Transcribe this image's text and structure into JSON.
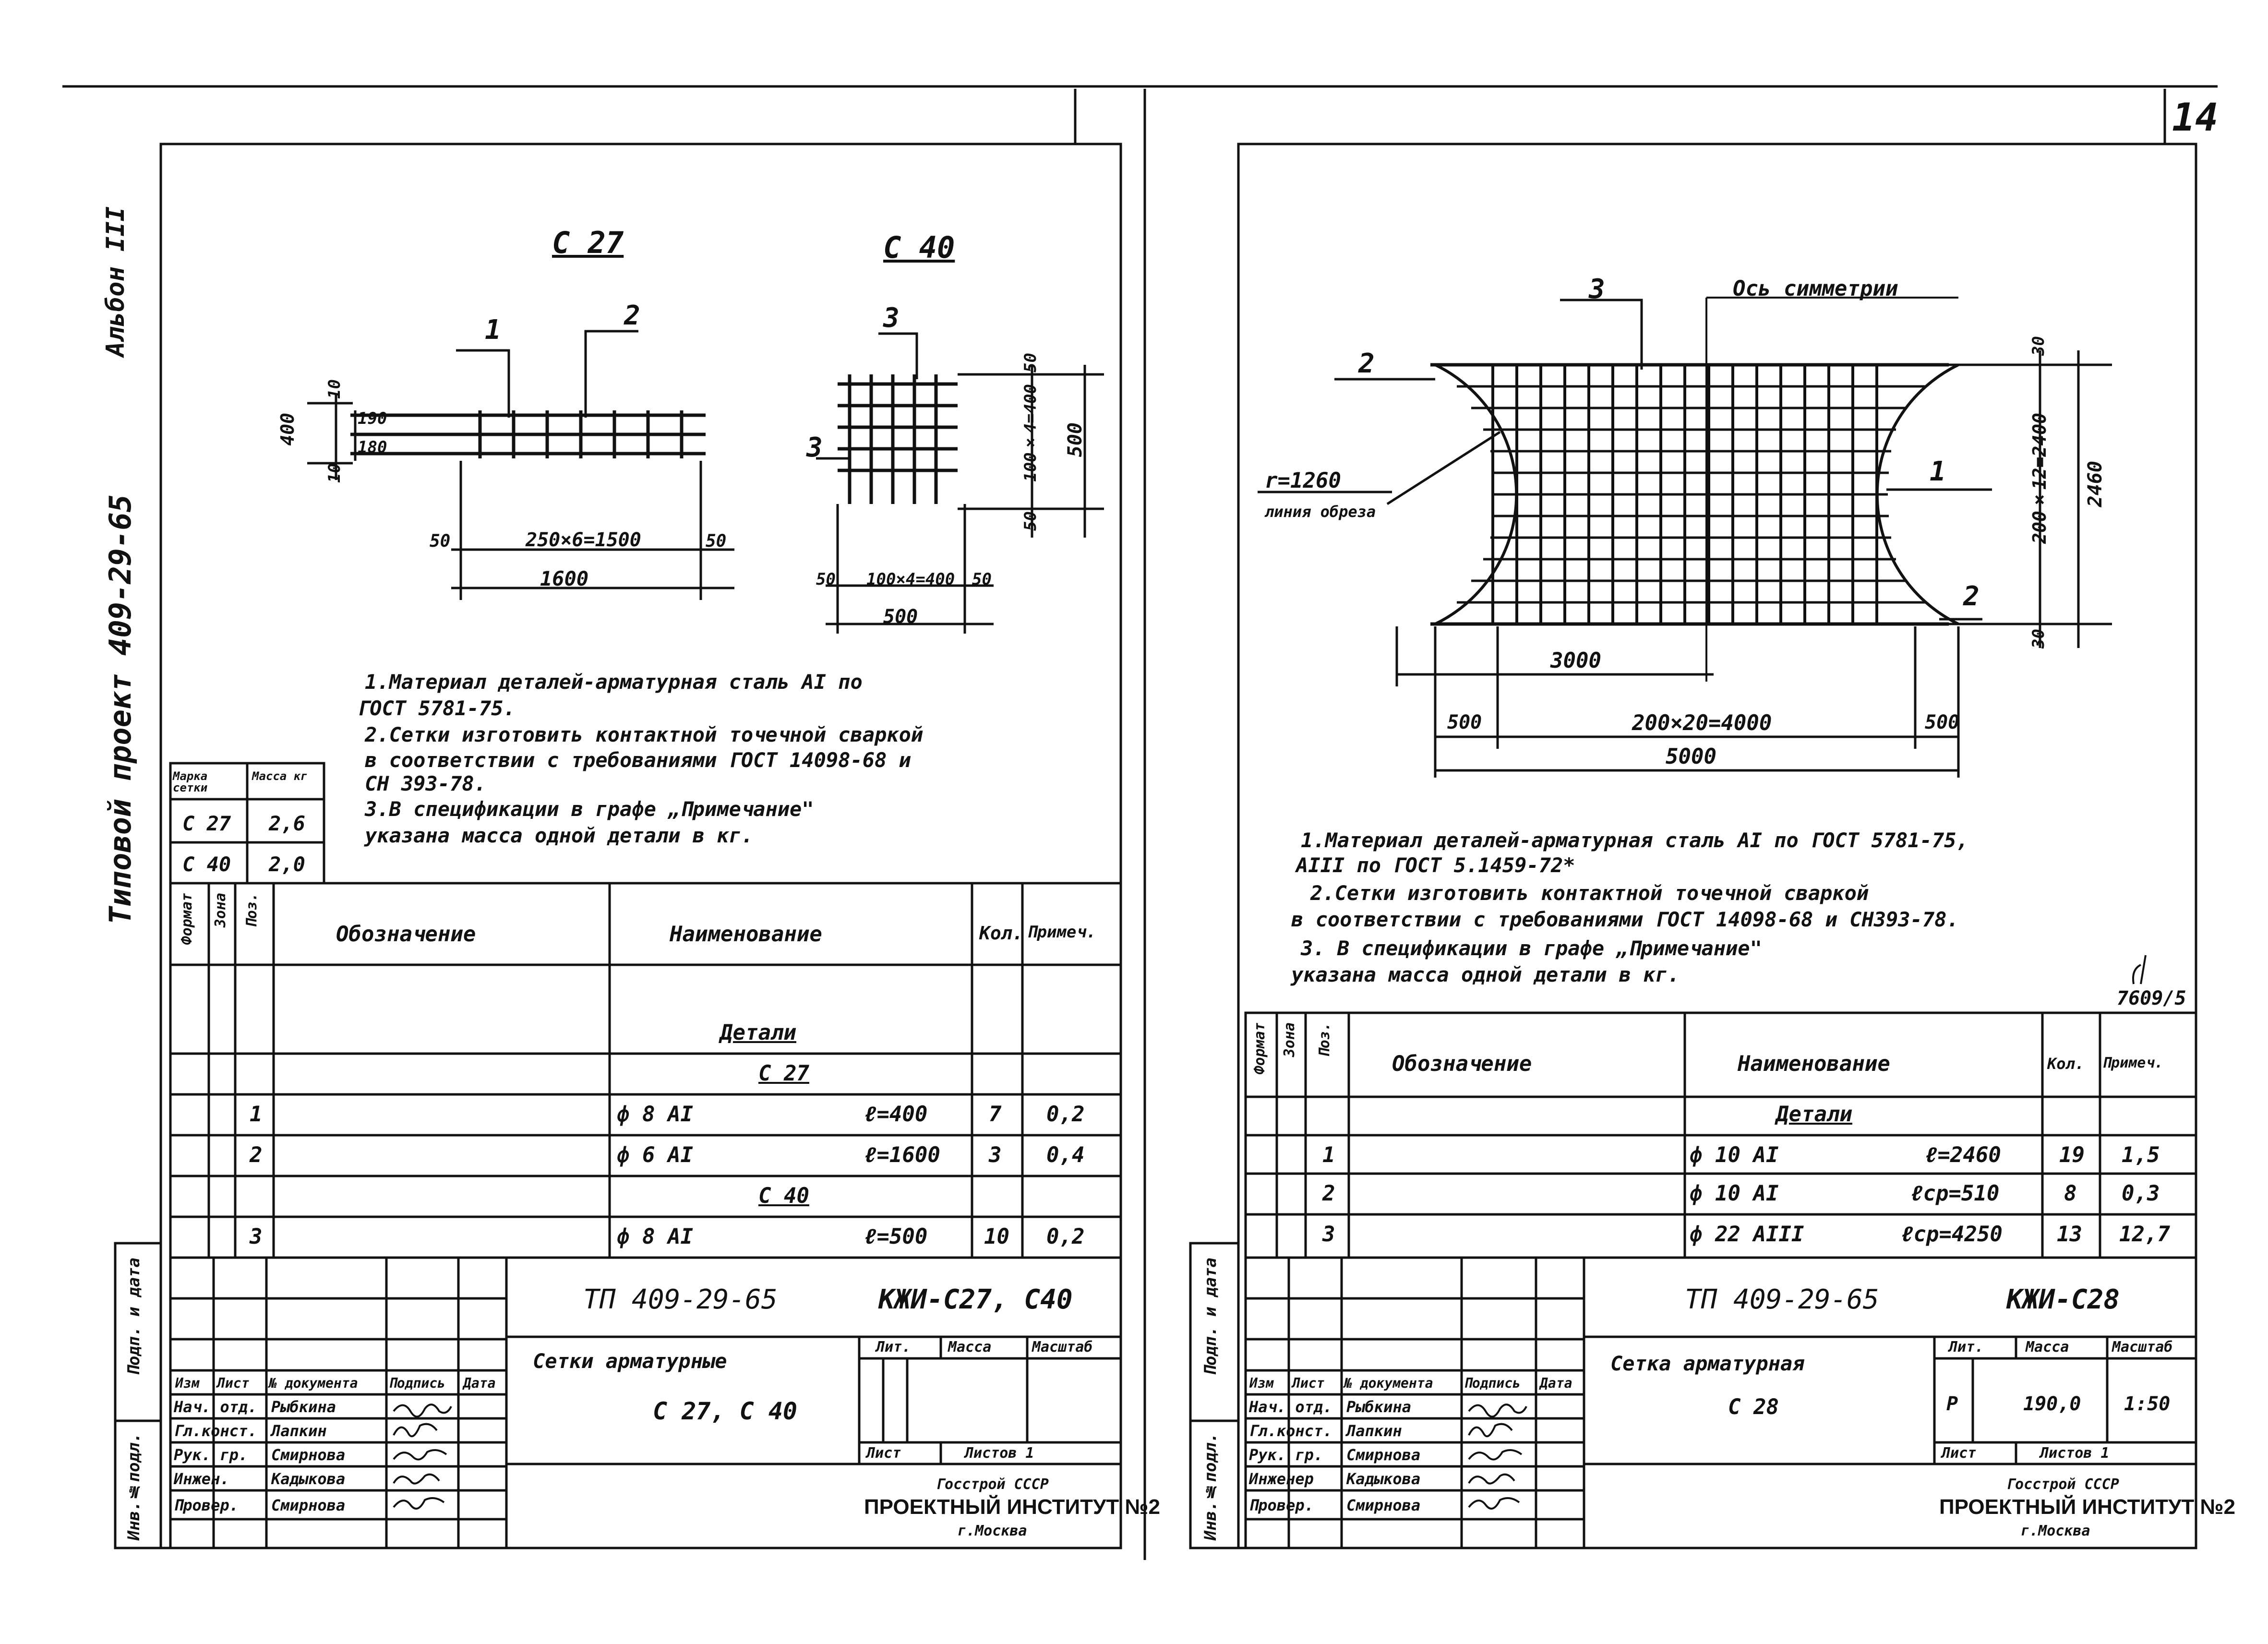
{
  "page_number": "14",
  "sheet_code": "7609/5",
  "margin": {
    "album": "Альбон III",
    "project": "Типовой проект 409-29-65",
    "stamp_labels": [
      "Инв.№подл.",
      "Подп. и дата"
    ]
  },
  "left_sheet": {
    "drawing": {
      "c27_title": "С 27",
      "c40_title": "С 40",
      "callouts": [
        "1",
        "2",
        "3"
      ],
      "dims": {
        "d10": "10",
        "d190": "190",
        "d180": "180",
        "d400": "400",
        "d10b": "10",
        "d50a": "50",
        "d250": "250×6=1500",
        "d50b": "50",
        "d1600": "1600",
        "d50c": "50",
        "d100v": "100×4=400",
        "d500v": "500",
        "d50d": "50",
        "d50e": "50",
        "d100h": "100×4=400",
        "d50f": "50",
        "d500h": "500"
      }
    },
    "notes": [
      "1.Материал деталей-арматурная сталь АI по",
      "ГОСТ 5781-75.",
      "2.Сетки изготовить контактной точечной сваркой",
      "в соответствии с требованиями ГОСТ 14098-68 и",
      "СН 393-78.",
      "3.В спецификации в графе „Примечание\"",
      "указана масса одной детали в кг."
    ],
    "mass_table": {
      "headers": [
        "Марка сетки",
        "Масса кг"
      ],
      "rows": [
        [
          "С 27",
          "2,6"
        ],
        [
          "С 40",
          "2,0"
        ]
      ]
    },
    "spec": {
      "headers": [
        "Формат",
        "Зона",
        "Поз.",
        "Обозначение",
        "Наименование",
        "Кол.",
        "Примеч."
      ],
      "section": "Детали",
      "group1": "С 27",
      "rows1": [
        {
          "pos": "1",
          "name": "ф 8 АI",
          "len": "ℓ=400",
          "qty": "7",
          "note": "0,2"
        },
        {
          "pos": "2",
          "name": "ф 6 АI",
          "len": "ℓ=1600",
          "qty": "3",
          "note": "0,4"
        }
      ],
      "group2": "С 40",
      "rows2": [
        {
          "pos": "3",
          "name": "ф 8 АI",
          "len": "ℓ=500",
          "qty": "10",
          "note": "0,2"
        }
      ]
    },
    "title_block": {
      "project": "ТП 409-29-65",
      "doc": "КЖИ-С27, С40",
      "name1": "Сетки арматурные",
      "name2": "С 27, С 40",
      "headers": [
        "Лит.",
        "Масса",
        "Масштаб"
      ],
      "sheet": "Лист",
      "sheets": "Листов 1",
      "org1": "Госстрой СССР",
      "org2": "ПРОЕКТНЫЙ ИНСТИТУТ №2",
      "org3": "г.Москва",
      "col_heads": [
        "Изм",
        "Лист",
        "№ документа",
        "Подпись",
        "Дата"
      ],
      "staff": [
        [
          "Нач. отд.",
          "Рыбкина"
        ],
        [
          "Гл.конст.",
          "Лапкин"
        ],
        [
          "Рук. гр.",
          "Смирнова"
        ],
        [
          "Инжен.",
          "Кадыкова"
        ],
        [
          "Провер.",
          "Смирнова"
        ]
      ]
    }
  },
  "right_sheet": {
    "drawing": {
      "callouts": [
        "3",
        "2",
        "1",
        "2"
      ],
      "axis_label": "Ось симметрии",
      "radius": "r=1260",
      "cut_line": "линия обреза",
      "dims": {
        "d30a": "30",
        "d200v": "200×12=2400",
        "d2460": "2460",
        "d30b": "30",
        "d3000": "3000",
        "d500a": "500",
        "d200h": "200×20=4000",
        "d500b": "500",
        "d5000": "5000"
      }
    },
    "notes": [
      "1.Материал деталей-арматурная сталь АI по ГОСТ 5781-75,",
      "АIII по ГОСТ 5.1459-72*",
      "2.Сетки изготовить контактной точечной сваркой",
      "в соответствии с требованиями ГОСТ 14098-68 и СН393-78.",
      "3. В спецификации в графе „Примечание\"",
      "указана масса одной детали в кг."
    ],
    "spec": {
      "headers": [
        "Формат",
        "Зона",
        "Поз.",
        "Обозначение",
        "Наименование",
        "Кол.",
        "Примеч."
      ],
      "section": "Детали",
      "rows": [
        {
          "pos": "1",
          "name": "ф 10 АI",
          "len": "ℓ=2460",
          "qty": "19",
          "note": "1,5"
        },
        {
          "pos": "2",
          "name": "ф 10 АI",
          "len": "ℓср=510",
          "qty": "8",
          "note": "0,3"
        },
        {
          "pos": "3",
          "name": "ф 22 АIII",
          "len": "ℓср=4250",
          "qty": "13",
          "note": "12,7"
        }
      ]
    },
    "title_block": {
      "project": "ТП 409-29-65",
      "doc": "КЖИ-С28",
      "name1": "Сетка арматурная",
      "name2": "С 28",
      "headers": [
        "Лит.",
        "Масса",
        "Масштаб"
      ],
      "lit": "Р",
      "mass": "190,0",
      "scale": "1:50",
      "sheet": "Лист",
      "sheets": "Листов 1",
      "org1": "Госстрой СССР",
      "org2": "ПРОЕКТНЫЙ ИНСТИТУТ №2",
      "org3": "г.Москва",
      "col_heads": [
        "Изм",
        "Лист",
        "№ документа",
        "Подпись",
        "Дата"
      ],
      "staff": [
        [
          "Нач. отд.",
          "Рыбкина"
        ],
        [
          "Гл.конст.",
          "Лапкин"
        ],
        [
          "Рук. гр.",
          "Смирнова"
        ],
        [
          "Инженер",
          "Кадыкова"
        ],
        [
          "Провер.",
          "Смирнова"
        ]
      ]
    }
  }
}
